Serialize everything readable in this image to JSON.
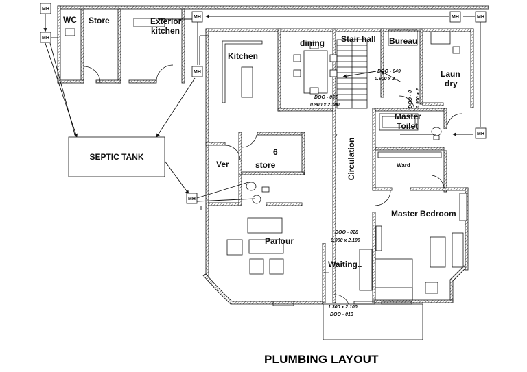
{
  "title": "PLUMBING LAYOUT",
  "rooms": {
    "wc": "WC",
    "store": "Store",
    "exterior_kitchen_1": "Exterior",
    "exterior_kitchen_2": "kitchen",
    "kitchen": "Kitchen",
    "dining": "dining",
    "stair_hall": "Stair hall",
    "bureau": "Bureau",
    "laundry_1": "Laun",
    "laundry_2": "dry",
    "master_toilet_1": "Master",
    "master_toilet_2": "Toilet",
    "ward": "Ward",
    "store6_1": "6",
    "store6_2": "store",
    "ver": "Ver",
    "circulation": "Circulation",
    "master_bedroom": "Master Bedroom",
    "parlour": "Parlour",
    "waiting": "Waiting.."
  },
  "septic_tank": "SEPTIC TANK",
  "manhole_label": "MH",
  "doors": {
    "d055_code": "DOO - 055",
    "d055_size": "0.900 x 2.300",
    "d049_code": "DOO - 049",
    "d049_size": "0.900 x 2.",
    "d028_code": "DOO - 028",
    "d028_size": "0.900 x 2.100",
    "d013_size": "1.300 x 2.100",
    "d013_code": "DOO - 013",
    "dv_code": "DOO - 0",
    "dv_size": "0.900 x 2"
  }
}
